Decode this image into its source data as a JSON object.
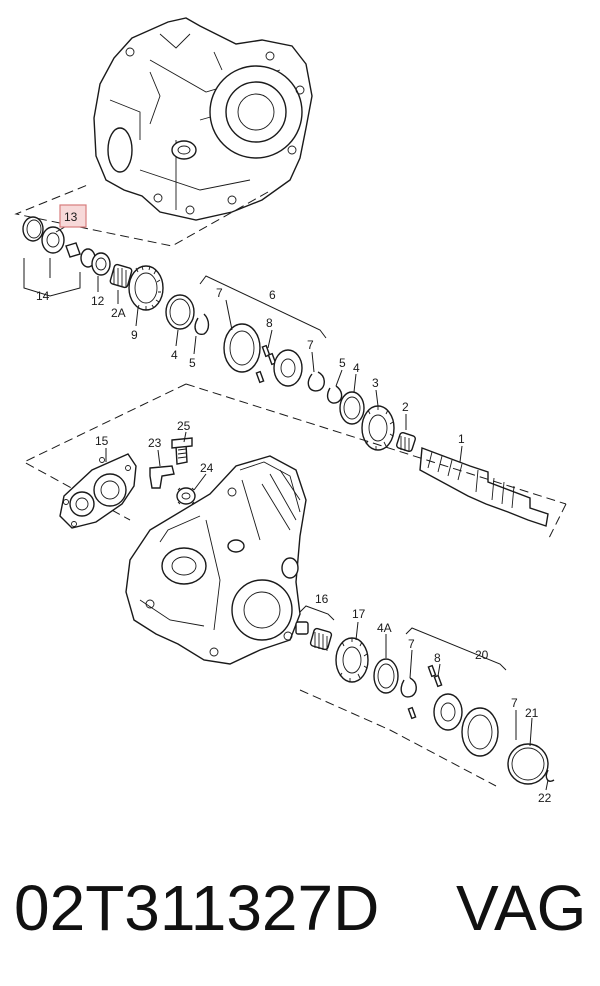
{
  "diagram": {
    "callouts": [
      {
        "id": "c13",
        "text": "13"
      },
      {
        "id": "c14",
        "text": "14"
      },
      {
        "id": "c12",
        "text": "12"
      },
      {
        "id": "c2a",
        "text": "2A"
      },
      {
        "id": "c9",
        "text": "9"
      },
      {
        "id": "c4a",
        "text": "4"
      },
      {
        "id": "c5a",
        "text": "5"
      },
      {
        "id": "c7a",
        "text": "7"
      },
      {
        "id": "c6",
        "text": "6"
      },
      {
        "id": "c8a",
        "text": "8"
      },
      {
        "id": "c7b",
        "text": "7"
      },
      {
        "id": "c5b",
        "text": "5"
      },
      {
        "id": "c4b",
        "text": "4"
      },
      {
        "id": "c3",
        "text": "3"
      },
      {
        "id": "c2",
        "text": "2"
      },
      {
        "id": "c1",
        "text": "1"
      },
      {
        "id": "c15",
        "text": "15"
      },
      {
        "id": "c23",
        "text": "23"
      },
      {
        "id": "c25",
        "text": "25"
      },
      {
        "id": "c24",
        "text": "24"
      },
      {
        "id": "c16",
        "text": "16"
      },
      {
        "id": "c17",
        "text": "17"
      },
      {
        "id": "c4A",
        "text": "4A"
      },
      {
        "id": "c7c",
        "text": "7"
      },
      {
        "id": "c8b",
        "text": "8"
      },
      {
        "id": "c20",
        "text": "20"
      },
      {
        "id": "c7d",
        "text": "7"
      },
      {
        "id": "c21",
        "text": "21"
      },
      {
        "id": "c22",
        "text": "22"
      }
    ],
    "highlighted_callout": "13",
    "highlight_color": "#f7d9d9"
  },
  "footer": {
    "part_number": "02T311327D",
    "brand": "VAG"
  }
}
